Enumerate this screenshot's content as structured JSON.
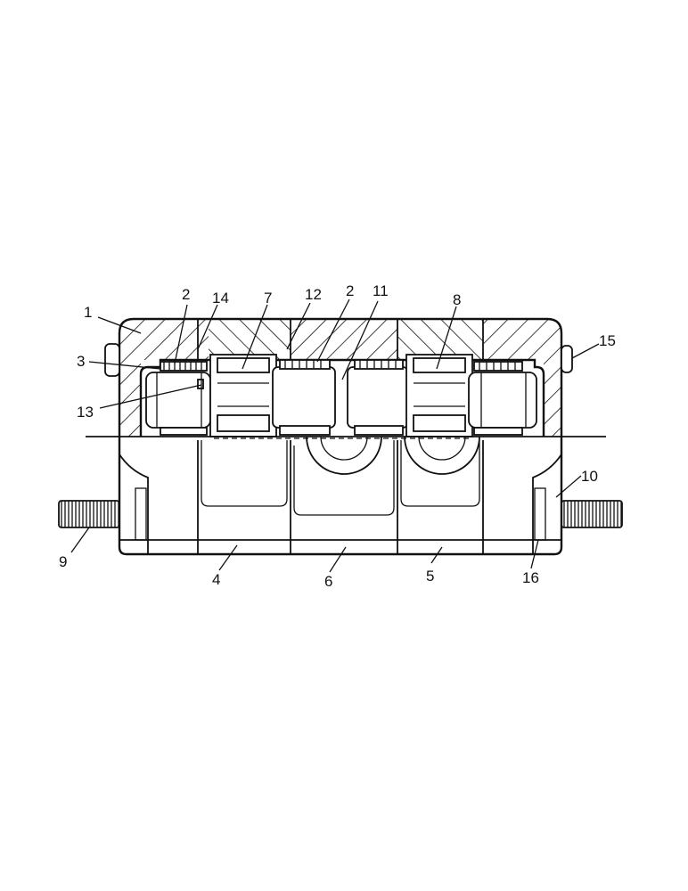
{
  "figure": {
    "description_labels": [
      {
        "id": "l1",
        "text": "1"
      },
      {
        "id": "l2a",
        "text": "2"
      },
      {
        "id": "l14",
        "text": "14"
      },
      {
        "id": "l7",
        "text": "7"
      },
      {
        "id": "l12",
        "text": "12"
      },
      {
        "id": "l2b",
        "text": "2"
      },
      {
        "id": "l11",
        "text": "11"
      },
      {
        "id": "l8",
        "text": "8"
      },
      {
        "id": "l15",
        "text": "15"
      },
      {
        "id": "l3",
        "text": "3"
      },
      {
        "id": "l13",
        "text": "13"
      },
      {
        "id": "l10",
        "text": "10"
      },
      {
        "id": "l9",
        "text": "9"
      },
      {
        "id": "l4",
        "text": "4"
      },
      {
        "id": "l6",
        "text": "6"
      },
      {
        "id": "l5",
        "text": "5"
      },
      {
        "id": "l16",
        "text": "16"
      }
    ]
  }
}
